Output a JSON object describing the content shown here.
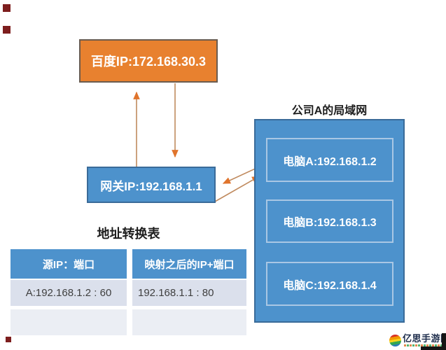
{
  "diagram": {
    "internet_node": {
      "label": "百度IP:172.168.30.3"
    },
    "gateway_node": {
      "label": "网关IP:192.168.1.1"
    },
    "lan": {
      "title": "公司A的局域网",
      "computers": [
        {
          "label": "电脑A:192.168.1.2"
        },
        {
          "label": "电脑B:192.168.1.3"
        },
        {
          "label": "电脑C:192.168.1.4"
        }
      ]
    },
    "nat_table": {
      "title": "地址转换表",
      "columns": [
        "源IP：端口",
        "映射之后的IP+端口"
      ],
      "rows": [
        [
          "A:192.168.1.2 : 60",
          "192.168.1.1 : 80"
        ],
        [
          "",
          ""
        ]
      ]
    },
    "watermark": {
      "text": "亿思手游网"
    },
    "colors": {
      "internet_node_fill": "#E8812F",
      "internet_node_border": "#6A5C50",
      "lan_fill": "#4D92CC",
      "lan_border": "#3A6B99",
      "computer_border": "#A9C7E4",
      "table_header_fill": "#4D92CC",
      "table_row1_fill": "#DBE0EC",
      "table_row2_fill": "#EBEEF4",
      "arrow_line": "#C08A5E",
      "arrow_head": "#E0742C"
    }
  }
}
